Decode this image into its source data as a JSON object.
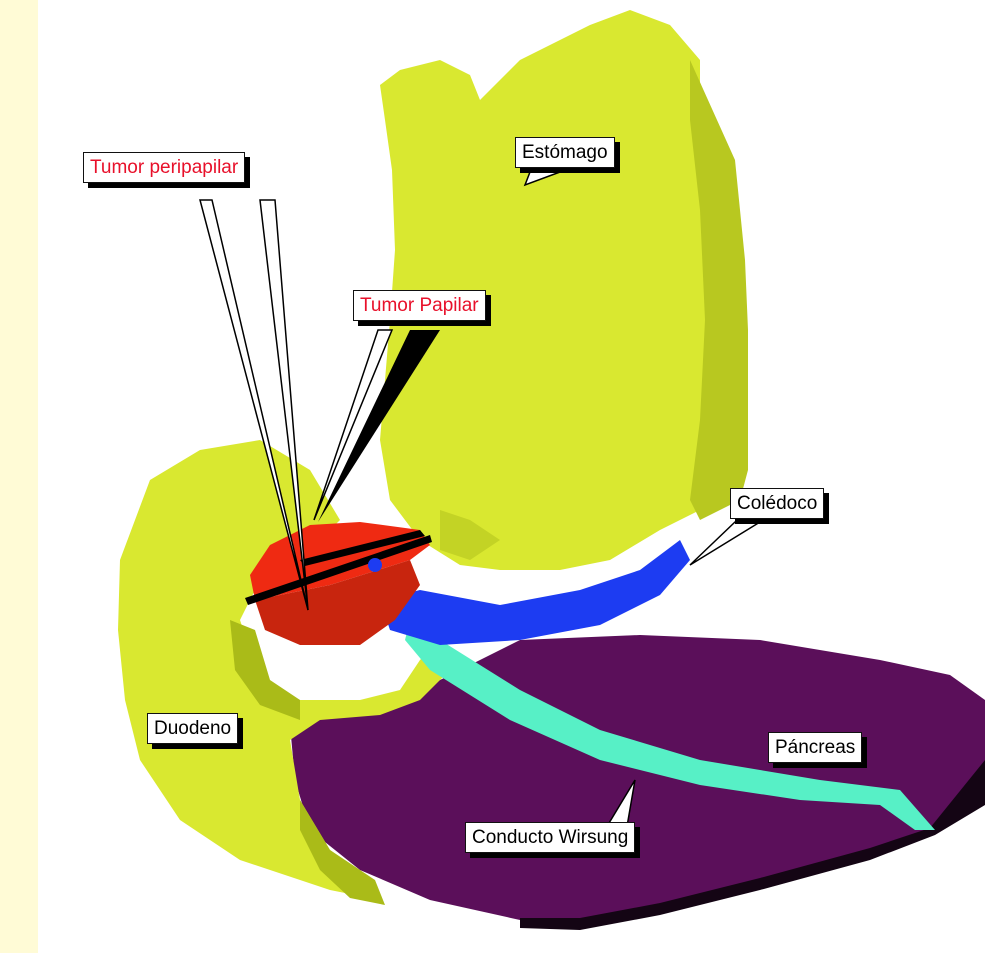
{
  "colors": {
    "background_panel": "#fffbd6",
    "stomach_duodenum": "#d9e830",
    "pancreas": "#5b0f5a",
    "common_bile_duct": "#1d3cf2",
    "wirsung_duct": "#57f0c6",
    "tumor": "#d3260f",
    "label_red_text": "#e8102a"
  },
  "labels": {
    "tumor_peripapilar": "Tumor  peripapilar",
    "tumor_papilar": "Tumor Papilar",
    "estomago": "Estómago",
    "coledoco": "Colédoco",
    "duodeno": "Duodeno",
    "pancreas": "Páncreas",
    "conducto_wirsung": "Conducto Wirsung"
  }
}
